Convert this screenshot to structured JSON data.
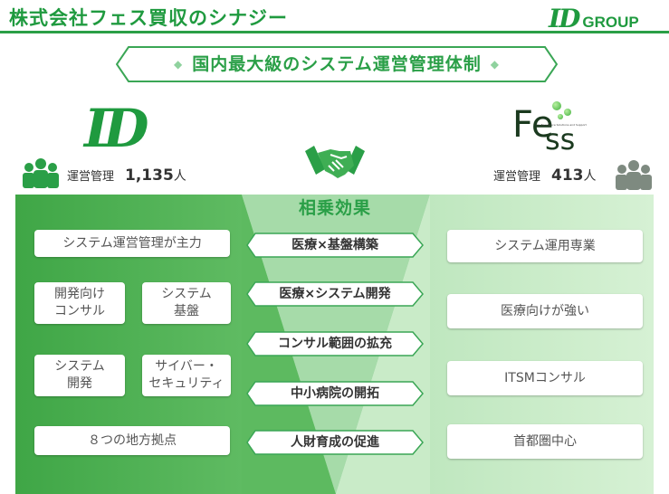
{
  "header": {
    "title": "株式会社フェス買収のシナジー",
    "brand_id": "ID",
    "brand_group": "GROUP"
  },
  "banner": {
    "text": "国内最大級のシステム運営管理体制",
    "ornament": "◆"
  },
  "logos": {
    "left": "ID",
    "right_fe": "Fe",
    "right_ss": "ss",
    "right_tagline": "For Excellence Solutions and Support"
  },
  "left": {
    "count_label": "運営管理",
    "count_value": "1,135",
    "count_unit": "人",
    "boxes": {
      "b1": "システム運営管理が主力",
      "b2": "開発向け\nコンサル",
      "b3": "システム\n基盤",
      "b4": "システム\n開発",
      "b5": "サイバー・\nセキュリティ",
      "b6": "８つの地方拠点"
    }
  },
  "right": {
    "count_label": "運営管理",
    "count_value": "413",
    "count_unit": "人",
    "boxes": [
      "システム運用専業",
      "医療向けが強い",
      "ITSMコンサル",
      "首都圏中心"
    ]
  },
  "synergy": {
    "title": "相乗効果",
    "items": [
      "医療×基盤構築",
      "医療×システム開発",
      "コンサル範囲の拡充",
      "中小病院の開拓",
      "人財育成の促進"
    ]
  },
  "colors": {
    "brand_green": "#1f9a3f",
    "left_panel": "#4caf50",
    "right_panel": "#cdeccd",
    "triangle": "#a6dba9"
  },
  "icons": {
    "handshake": "handshake-icon",
    "people": "people-icon"
  }
}
